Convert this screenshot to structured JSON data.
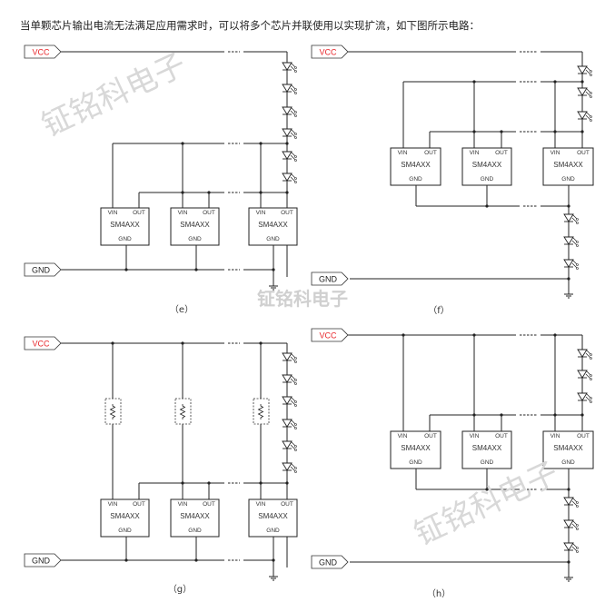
{
  "intro": "当单颗芯片输出电流无法满足应用需求时，可以将多个芯片并联使用以实现扩流，如下图所示电路：",
  "labels": {
    "vcc": "VCC",
    "gnd": "GND"
  },
  "chip": {
    "name": "SM4AXX",
    "vin": "VIN",
    "out": "OUT",
    "gnd": "GND"
  },
  "captions": {
    "e": "（e）",
    "f": "（f）",
    "g": "（g）",
    "h": "（h）"
  },
  "watermark": "钲铭科电子",
  "colors": {
    "vcc_text": "#e8262b",
    "wire": "#222222",
    "watermark": "#d8d8d8"
  }
}
